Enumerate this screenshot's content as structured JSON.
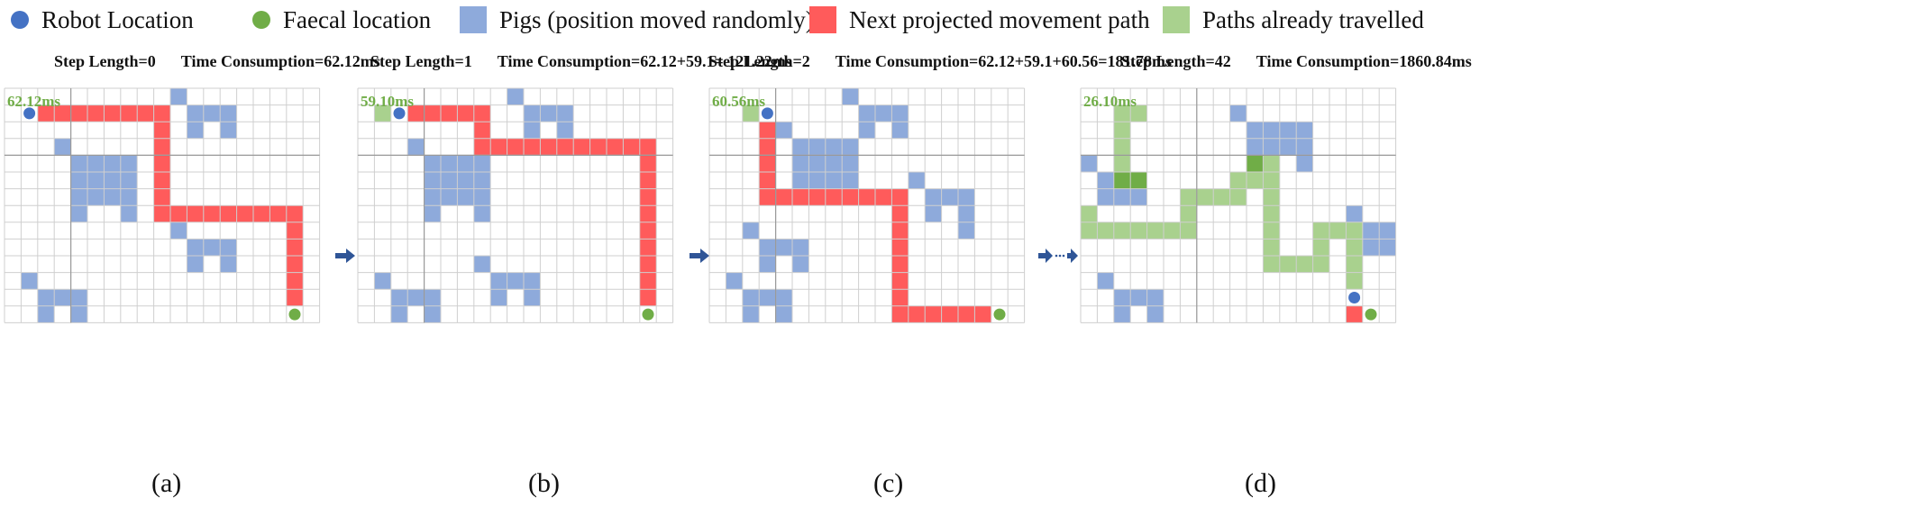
{
  "legend": [
    {
      "label": "Robot Location",
      "shape": "circle",
      "color": "#4472c4",
      "icon": "robot-location-icon"
    },
    {
      "label": "Faecal location",
      "shape": "circle",
      "color": "#70ad47",
      "icon": "faecal-location-icon"
    },
    {
      "label": "Pigs (position moved randomly)",
      "shape": "square",
      "color": "#8eaadb",
      "icon": "pig-cell-icon"
    },
    {
      "label": "Next projected movement path",
      "shape": "square",
      "color": "#ff5b5b",
      "icon": "projected-path-icon"
    },
    {
      "label": "Paths already travelled",
      "shape": "square",
      "color": "#a9d18e",
      "icon": "travelled-path-icon"
    }
  ],
  "colors": {
    "pig": "#8eaadb",
    "path": "#ff5b5b",
    "travelled": "#a9d18e",
    "overlap": "#70ad47",
    "robot": "#4472c4",
    "faecal": "#70ad47",
    "grid_line": "#cfcfcf",
    "axis_line": "#9a9a9a"
  },
  "grid": {
    "cols": 19,
    "rows": 14
  },
  "panels": [
    {
      "id": "a",
      "label": "(a)",
      "step_text": "Step Length=0",
      "time_text": "Time Consumption=62.12ms",
      "cell_time": "62.12ms",
      "robot": [
        1,
        1
      ],
      "faecal": [
        17,
        13
      ],
      "pigs": [
        [
          10,
          0
        ],
        [
          11,
          1
        ],
        [
          12,
          1
        ],
        [
          13,
          1
        ],
        [
          11,
          2
        ],
        [
          13,
          2
        ],
        [
          3,
          3
        ],
        [
          4,
          4
        ],
        [
          5,
          4
        ],
        [
          6,
          4
        ],
        [
          7,
          4
        ],
        [
          4,
          5
        ],
        [
          5,
          5
        ],
        [
          6,
          5
        ],
        [
          7,
          5
        ],
        [
          4,
          6
        ],
        [
          5,
          6
        ],
        [
          6,
          6
        ],
        [
          7,
          6
        ],
        [
          4,
          7
        ],
        [
          7,
          7
        ],
        [
          10,
          8
        ],
        [
          11,
          9
        ],
        [
          12,
          9
        ],
        [
          13,
          9
        ],
        [
          11,
          10
        ],
        [
          13,
          10
        ],
        [
          1,
          11
        ],
        [
          2,
          12
        ],
        [
          3,
          12
        ],
        [
          4,
          12
        ],
        [
          2,
          13
        ],
        [
          4,
          13
        ]
      ],
      "path": [
        [
          2,
          1
        ],
        [
          3,
          1
        ],
        [
          4,
          1
        ],
        [
          5,
          1
        ],
        [
          6,
          1
        ],
        [
          7,
          1
        ],
        [
          8,
          1
        ],
        [
          9,
          1
        ],
        [
          9,
          2
        ],
        [
          9,
          3
        ],
        [
          9,
          4
        ],
        [
          9,
          5
        ],
        [
          9,
          6
        ],
        [
          9,
          7
        ],
        [
          10,
          7
        ],
        [
          11,
          7
        ],
        [
          12,
          7
        ],
        [
          13,
          7
        ],
        [
          14,
          7
        ],
        [
          15,
          7
        ],
        [
          16,
          7
        ],
        [
          17,
          7
        ],
        [
          17,
          8
        ],
        [
          17,
          9
        ],
        [
          17,
          10
        ],
        [
          17,
          11
        ],
        [
          17,
          12
        ]
      ],
      "travelled": [],
      "overlap": [],
      "axis": {
        "col": 4,
        "row": 4
      }
    },
    {
      "id": "b",
      "label": "(b)",
      "step_text": "Step Length=1",
      "time_text": "Time Consumption=62.12+59.1=  121.22ms",
      "cell_time": "59.10ms",
      "robot": [
        2,
        1
      ],
      "faecal": [
        17,
        13
      ],
      "pigs": [
        [
          9,
          0
        ],
        [
          10,
          1
        ],
        [
          11,
          1
        ],
        [
          12,
          1
        ],
        [
          10,
          2
        ],
        [
          12,
          2
        ],
        [
          3,
          3
        ],
        [
          4,
          4
        ],
        [
          5,
          4
        ],
        [
          6,
          4
        ],
        [
          7,
          4
        ],
        [
          4,
          5
        ],
        [
          5,
          5
        ],
        [
          6,
          5
        ],
        [
          7,
          5
        ],
        [
          4,
          6
        ],
        [
          5,
          6
        ],
        [
          6,
          6
        ],
        [
          7,
          6
        ],
        [
          4,
          7
        ],
        [
          7,
          7
        ],
        [
          7,
          10
        ],
        [
          8,
          11
        ],
        [
          9,
          11
        ],
        [
          10,
          11
        ],
        [
          8,
          12
        ],
        [
          10,
          12
        ],
        [
          1,
          11
        ],
        [
          2,
          12
        ],
        [
          3,
          12
        ],
        [
          4,
          12
        ],
        [
          2,
          13
        ],
        [
          4,
          13
        ]
      ],
      "path": [
        [
          3,
          1
        ],
        [
          4,
          1
        ],
        [
          5,
          1
        ],
        [
          6,
          1
        ],
        [
          7,
          1
        ],
        [
          7,
          2
        ],
        [
          7,
          3
        ],
        [
          8,
          3
        ],
        [
          9,
          3
        ],
        [
          10,
          3
        ],
        [
          11,
          3
        ],
        [
          12,
          3
        ],
        [
          13,
          3
        ],
        [
          14,
          3
        ],
        [
          15,
          3
        ],
        [
          16,
          3
        ],
        [
          17,
          3
        ],
        [
          17,
          4
        ],
        [
          17,
          5
        ],
        [
          17,
          6
        ],
        [
          17,
          7
        ],
        [
          17,
          8
        ],
        [
          17,
          9
        ],
        [
          17,
          10
        ],
        [
          17,
          11
        ],
        [
          17,
          12
        ]
      ],
      "travelled": [
        [
          1,
          1
        ]
      ],
      "overlap": [],
      "axis": {
        "col": 4,
        "row": 4
      }
    },
    {
      "id": "c",
      "label": "(c)",
      "step_text": "Step Length=2",
      "time_text": "Time Consumption=62.12+59.1+60.56=181.78ms",
      "cell_time": "60.56ms",
      "robot": [
        3,
        1
      ],
      "faecal": [
        17,
        13
      ],
      "pigs": [
        [
          8,
          0
        ],
        [
          9,
          1
        ],
        [
          10,
          1
        ],
        [
          11,
          1
        ],
        [
          9,
          2
        ],
        [
          11,
          2
        ],
        [
          4,
          2
        ],
        [
          5,
          3
        ],
        [
          6,
          3
        ],
        [
          7,
          3
        ],
        [
          8,
          3
        ],
        [
          5,
          4
        ],
        [
          6,
          4
        ],
        [
          7,
          4
        ],
        [
          8,
          4
        ],
        [
          5,
          5
        ],
        [
          6,
          5
        ],
        [
          7,
          5
        ],
        [
          8,
          5
        ],
        [
          5,
          6
        ],
        [
          8,
          6
        ],
        [
          12,
          5
        ],
        [
          13,
          6
        ],
        [
          14,
          6
        ],
        [
          15,
          6
        ],
        [
          13,
          7
        ],
        [
          15,
          7
        ],
        [
          15,
          8
        ],
        [
          2,
          8
        ],
        [
          3,
          9
        ],
        [
          4,
          9
        ],
        [
          5,
          9
        ],
        [
          3,
          10
        ],
        [
          5,
          10
        ],
        [
          1,
          11
        ],
        [
          2,
          12
        ],
        [
          3,
          12
        ],
        [
          4,
          12
        ],
        [
          2,
          13
        ],
        [
          4,
          13
        ]
      ],
      "path": [
        [
          3,
          2
        ],
        [
          3,
          3
        ],
        [
          3,
          4
        ],
        [
          3,
          5
        ],
        [
          3,
          6
        ],
        [
          4,
          6
        ],
        [
          5,
          6
        ],
        [
          6,
          6
        ],
        [
          7,
          6
        ],
        [
          8,
          6
        ],
        [
          9,
          6
        ],
        [
          10,
          6
        ],
        [
          11,
          6
        ],
        [
          11,
          7
        ],
        [
          11,
          8
        ],
        [
          11,
          9
        ],
        [
          11,
          10
        ],
        [
          11,
          11
        ],
        [
          11,
          12
        ],
        [
          11,
          13
        ],
        [
          12,
          13
        ],
        [
          13,
          13
        ],
        [
          14,
          13
        ],
        [
          15,
          13
        ],
        [
          16,
          13
        ]
      ],
      "travelled": [
        [
          2,
          1
        ]
      ],
      "overlap": [],
      "axis": {
        "col": 4,
        "row": 4
      }
    },
    {
      "id": "d",
      "label": "(d)",
      "step_text": "Step Length=42",
      "time_text": "Time Consumption=1860.84ms",
      "cell_time": "26.10ms",
      "robot": [
        16,
        12
      ],
      "faecal": [
        17,
        13
      ],
      "pigs": [
        [
          9,
          1
        ],
        [
          10,
          2
        ],
        [
          11,
          2
        ],
        [
          12,
          2
        ],
        [
          13,
          2
        ],
        [
          10,
          3
        ],
        [
          11,
          3
        ],
        [
          12,
          3
        ],
        [
          13,
          3
        ],
        [
          13,
          4
        ],
        [
          0,
          4
        ],
        [
          1,
          5
        ],
        [
          1,
          6
        ],
        [
          2,
          6
        ],
        [
          3,
          6
        ],
        [
          16,
          7
        ],
        [
          17,
          8
        ],
        [
          18,
          8
        ],
        [
          17,
          9
        ],
        [
          18,
          9
        ],
        [
          1,
          11
        ],
        [
          2,
          12
        ],
        [
          3,
          12
        ],
        [
          4,
          12
        ],
        [
          2,
          13
        ],
        [
          4,
          13
        ]
      ],
      "path": [
        [
          16,
          13
        ]
      ],
      "travelled": [
        [
          2,
          1
        ],
        [
          3,
          1
        ],
        [
          2,
          2
        ],
        [
          2,
          3
        ],
        [
          2,
          4
        ],
        [
          2,
          5
        ],
        [
          1,
          6
        ],
        [
          0,
          7
        ],
        [
          0,
          8
        ],
        [
          1,
          8
        ],
        [
          2,
          8
        ],
        [
          3,
          8
        ],
        [
          4,
          8
        ],
        [
          5,
          8
        ],
        [
          6,
          6
        ],
        [
          6,
          7
        ],
        [
          6,
          8
        ],
        [
          7,
          6
        ],
        [
          8,
          6
        ],
        [
          9,
          5
        ],
        [
          9,
          6
        ],
        [
          10,
          4
        ],
        [
          10,
          5
        ],
        [
          11,
          4
        ],
        [
          11,
          5
        ],
        [
          11,
          6
        ],
        [
          11,
          7
        ],
        [
          11,
          8
        ],
        [
          11,
          9
        ],
        [
          11,
          10
        ],
        [
          12,
          10
        ],
        [
          13,
          10
        ],
        [
          14,
          9
        ],
        [
          14,
          10
        ],
        [
          14,
          8
        ],
        [
          15,
          8
        ],
        [
          16,
          8
        ],
        [
          16,
          9
        ],
        [
          16,
          10
        ],
        [
          16,
          11
        ],
        [
          3,
          5
        ]
      ],
      "overlap": [
        [
          2,
          5
        ],
        [
          3,
          5
        ],
        [
          10,
          4
        ]
      ],
      "axis": {
        "col": 7,
        "row": 4
      }
    }
  ]
}
